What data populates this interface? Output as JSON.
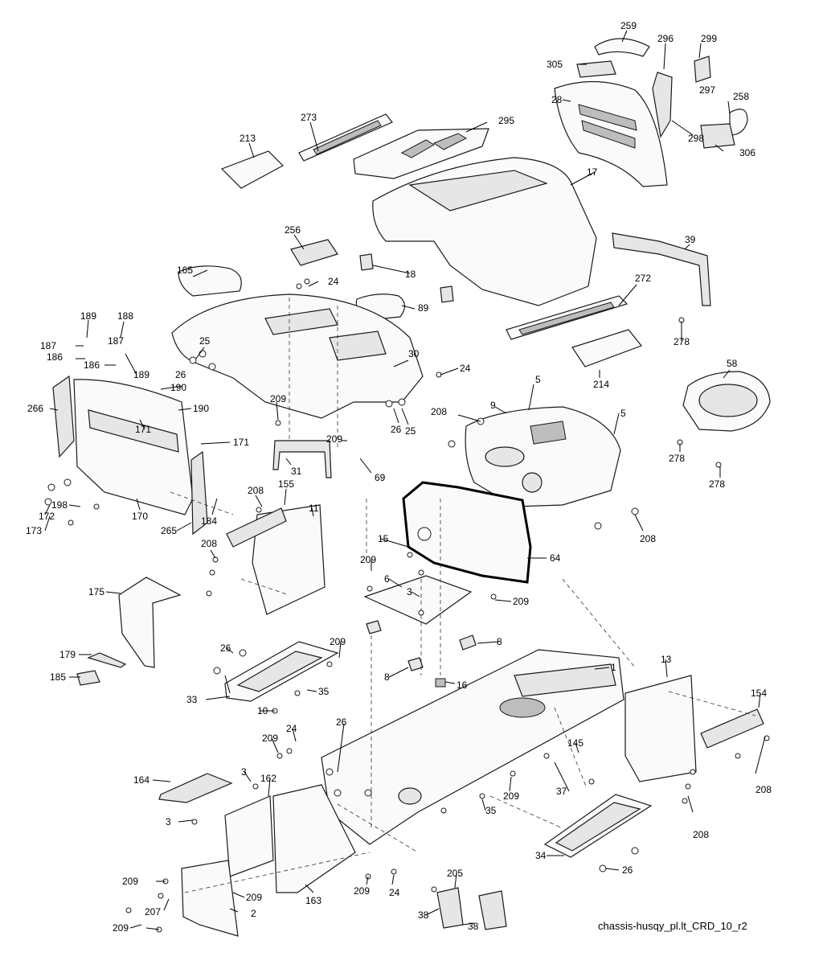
{
  "caption": "chassis-husqy_pl.lt_CRD_10_r2",
  "callouts": {
    "c259": "259",
    "c296": "296",
    "c299": "299",
    "c305": "305",
    "c297": "297",
    "c28": "28",
    "c258": "258",
    "c298": "298",
    "c306": "306",
    "c273": "273",
    "c295": "295",
    "c213": "213",
    "c17": "17",
    "c39": "39",
    "c256": "256",
    "c165": "165",
    "c24a": "24",
    "c18": "18",
    "c89": "89",
    "c272": "272",
    "c278a": "278",
    "c189a": "189",
    "c188": "188",
    "c187a": "187",
    "c187b": "187",
    "c186a": "186",
    "c186b": "186",
    "c189b": "189",
    "c25a": "25",
    "c26a": "26",
    "c30": "30",
    "c24b": "24",
    "c214": "214",
    "c58": "58",
    "c190a": "190",
    "c190b": "190",
    "c266": "266",
    "c171a": "171",
    "c171b": "171",
    "c209a": "209",
    "c5a": "5",
    "c9": "9",
    "c5b": "5",
    "c208a": "208",
    "c26b": "26",
    "c25b": "25",
    "c209b": "209",
    "c31": "31",
    "c69": "69",
    "c278b": "278",
    "c278c": "278",
    "c198": "198",
    "c172": "172",
    "c173": "173",
    "c170": "170",
    "c265": "265",
    "c184": "184",
    "c208b": "208",
    "c155": "155",
    "c11": "11",
    "c208c": "208",
    "c15": "15",
    "c64": "64",
    "c208d": "208",
    "c175": "175",
    "c209c": "209",
    "c6": "6",
    "c3a": "3",
    "c209d": "209",
    "c26c": "26",
    "c209e": "209",
    "c8a": "8",
    "c179": "179",
    "c1": "1",
    "c185": "185",
    "c8b": "8",
    "c16": "16",
    "c35a": "35",
    "c13": "13",
    "c33": "33",
    "c10": "10",
    "c154": "154",
    "c26d": "26",
    "c24c": "24",
    "c209f": "209",
    "c145": "145",
    "c164": "164",
    "c3b": "3",
    "c162": "162",
    "c209g": "209",
    "c37": "37",
    "c208e": "208",
    "c3c": "3",
    "c35b": "35",
    "c208f": "208",
    "c34": "34",
    "c26e": "26",
    "c209h": "209",
    "c205": "205",
    "c207": "207",
    "c209i": "209",
    "c2": "2",
    "c163": "163",
    "c209j": "209",
    "c24d": "24",
    "c38a": "38",
    "c209k": "209",
    "c38b": "38"
  }
}
